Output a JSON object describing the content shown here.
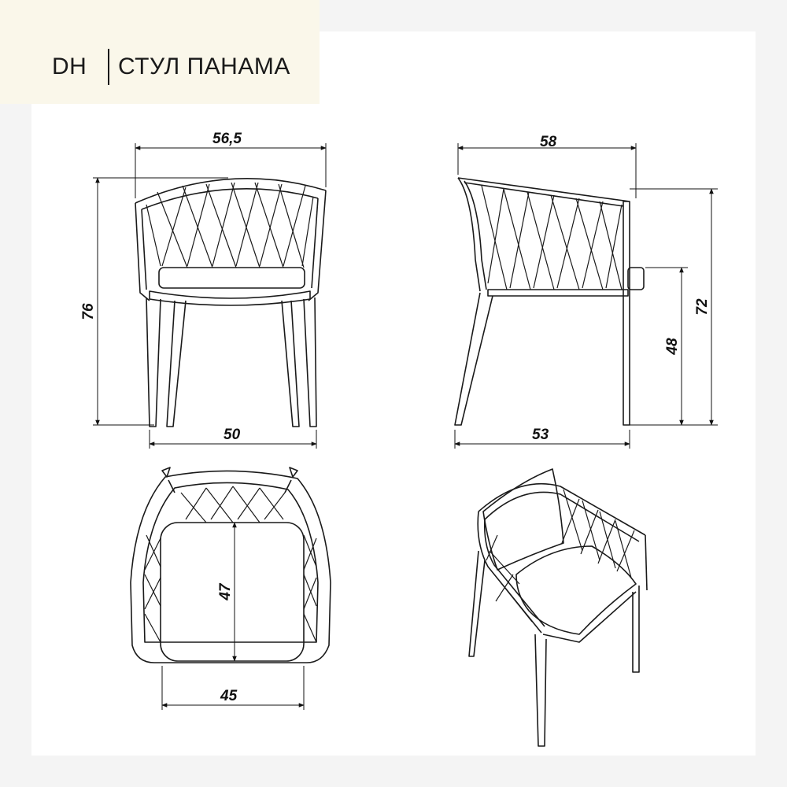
{
  "header": {
    "brand": "DH",
    "product_name": "СТУЛ ПАНАМА"
  },
  "dimensions": {
    "front_width_top": "56,5",
    "front_height": "76",
    "front_width_bottom": "50",
    "side_depth_top": "58",
    "side_seat_height": "48",
    "side_arm_height": "72",
    "side_depth_bottom": "53",
    "top_seat_depth": "47",
    "top_seat_width": "45"
  },
  "colors": {
    "background": "#ffffff",
    "header_bg": "#faf7ea",
    "line": "#1a1a1a"
  }
}
